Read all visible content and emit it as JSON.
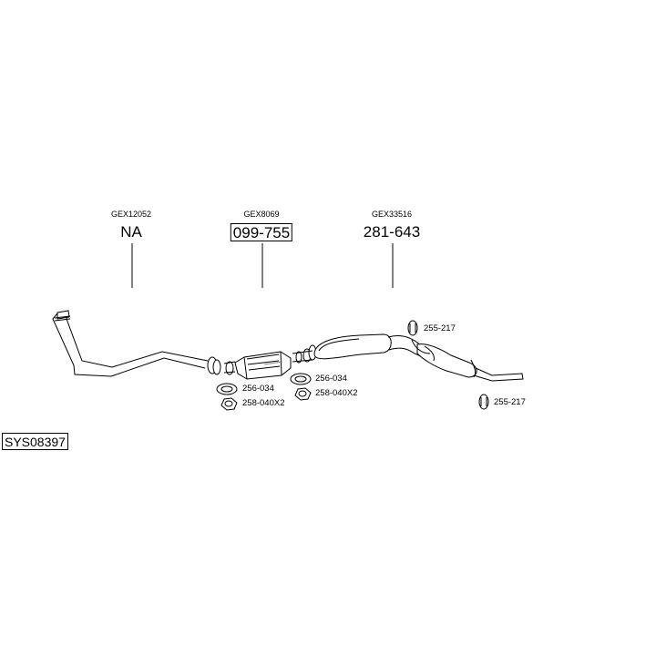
{
  "labels": {
    "downpipe": {
      "oem": "GEX12052",
      "part": "NA"
    },
    "catalyst": {
      "oem": "GEX8069",
      "part": "099-755"
    },
    "silencer": {
      "oem": "GEX33516",
      "part": "281-643"
    }
  },
  "fittings": {
    "gasket_left": "256-034",
    "nut_left": "258-040X2",
    "gasket_right": "256-034",
    "nut_right": "258-040X2",
    "mount_top": "255-217",
    "mount_bottom": "255-217"
  },
  "system_code": "SYS08397",
  "colors": {
    "line": "#000000",
    "fill": "#ffffff",
    "shade": "#888888"
  }
}
